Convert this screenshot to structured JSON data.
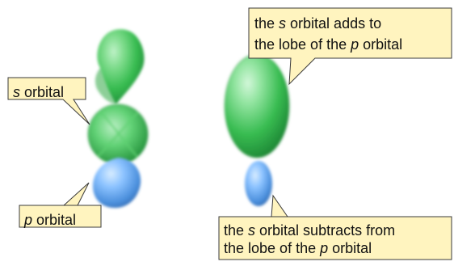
{
  "callouts": {
    "s_orbital": {
      "italic": "s",
      "rest": " orbital"
    },
    "p_orbital": {
      "italic": "p",
      "rest": " orbital"
    },
    "adds": {
      "line1_pre": "the ",
      "line1_italic": "s",
      "line1_post": " orbital adds to",
      "line2_pre": "the lobe of the ",
      "line2_italic": "p",
      "line2_post": " orbital"
    },
    "subtracts": {
      "line1_pre": "the ",
      "line1_italic": "s",
      "line1_post": " orbital subtracts from",
      "line2_pre": "the lobe of the ",
      "line2_italic": "p",
      "line2_post": " orbital"
    }
  },
  "colors": {
    "callout_fill": "#FFF4BF",
    "callout_border": "#3B3B3B",
    "green_lobe": "#32B44A",
    "blue_lobe": "#4B8FDC"
  }
}
